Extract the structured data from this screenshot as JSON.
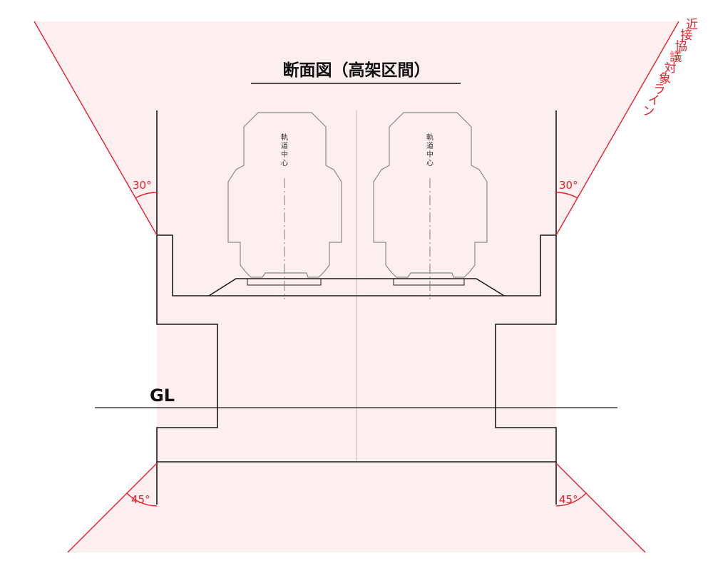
{
  "title": "断面図（高架区間）",
  "ground_label": "GL",
  "track_label": "軌道中心",
  "angles": {
    "upper_left": "30°",
    "upper_right": "30°",
    "lower_left": "45°",
    "lower_right": "45°"
  },
  "zone_label": "近接協議対象ライン",
  "colors": {
    "zone_fill": "#fdeef0",
    "zone_line": "#e8202a",
    "structure": "#1a1a1a",
    "vehicle": "#8a8a8a",
    "centerline": "#b0b0b0"
  }
}
